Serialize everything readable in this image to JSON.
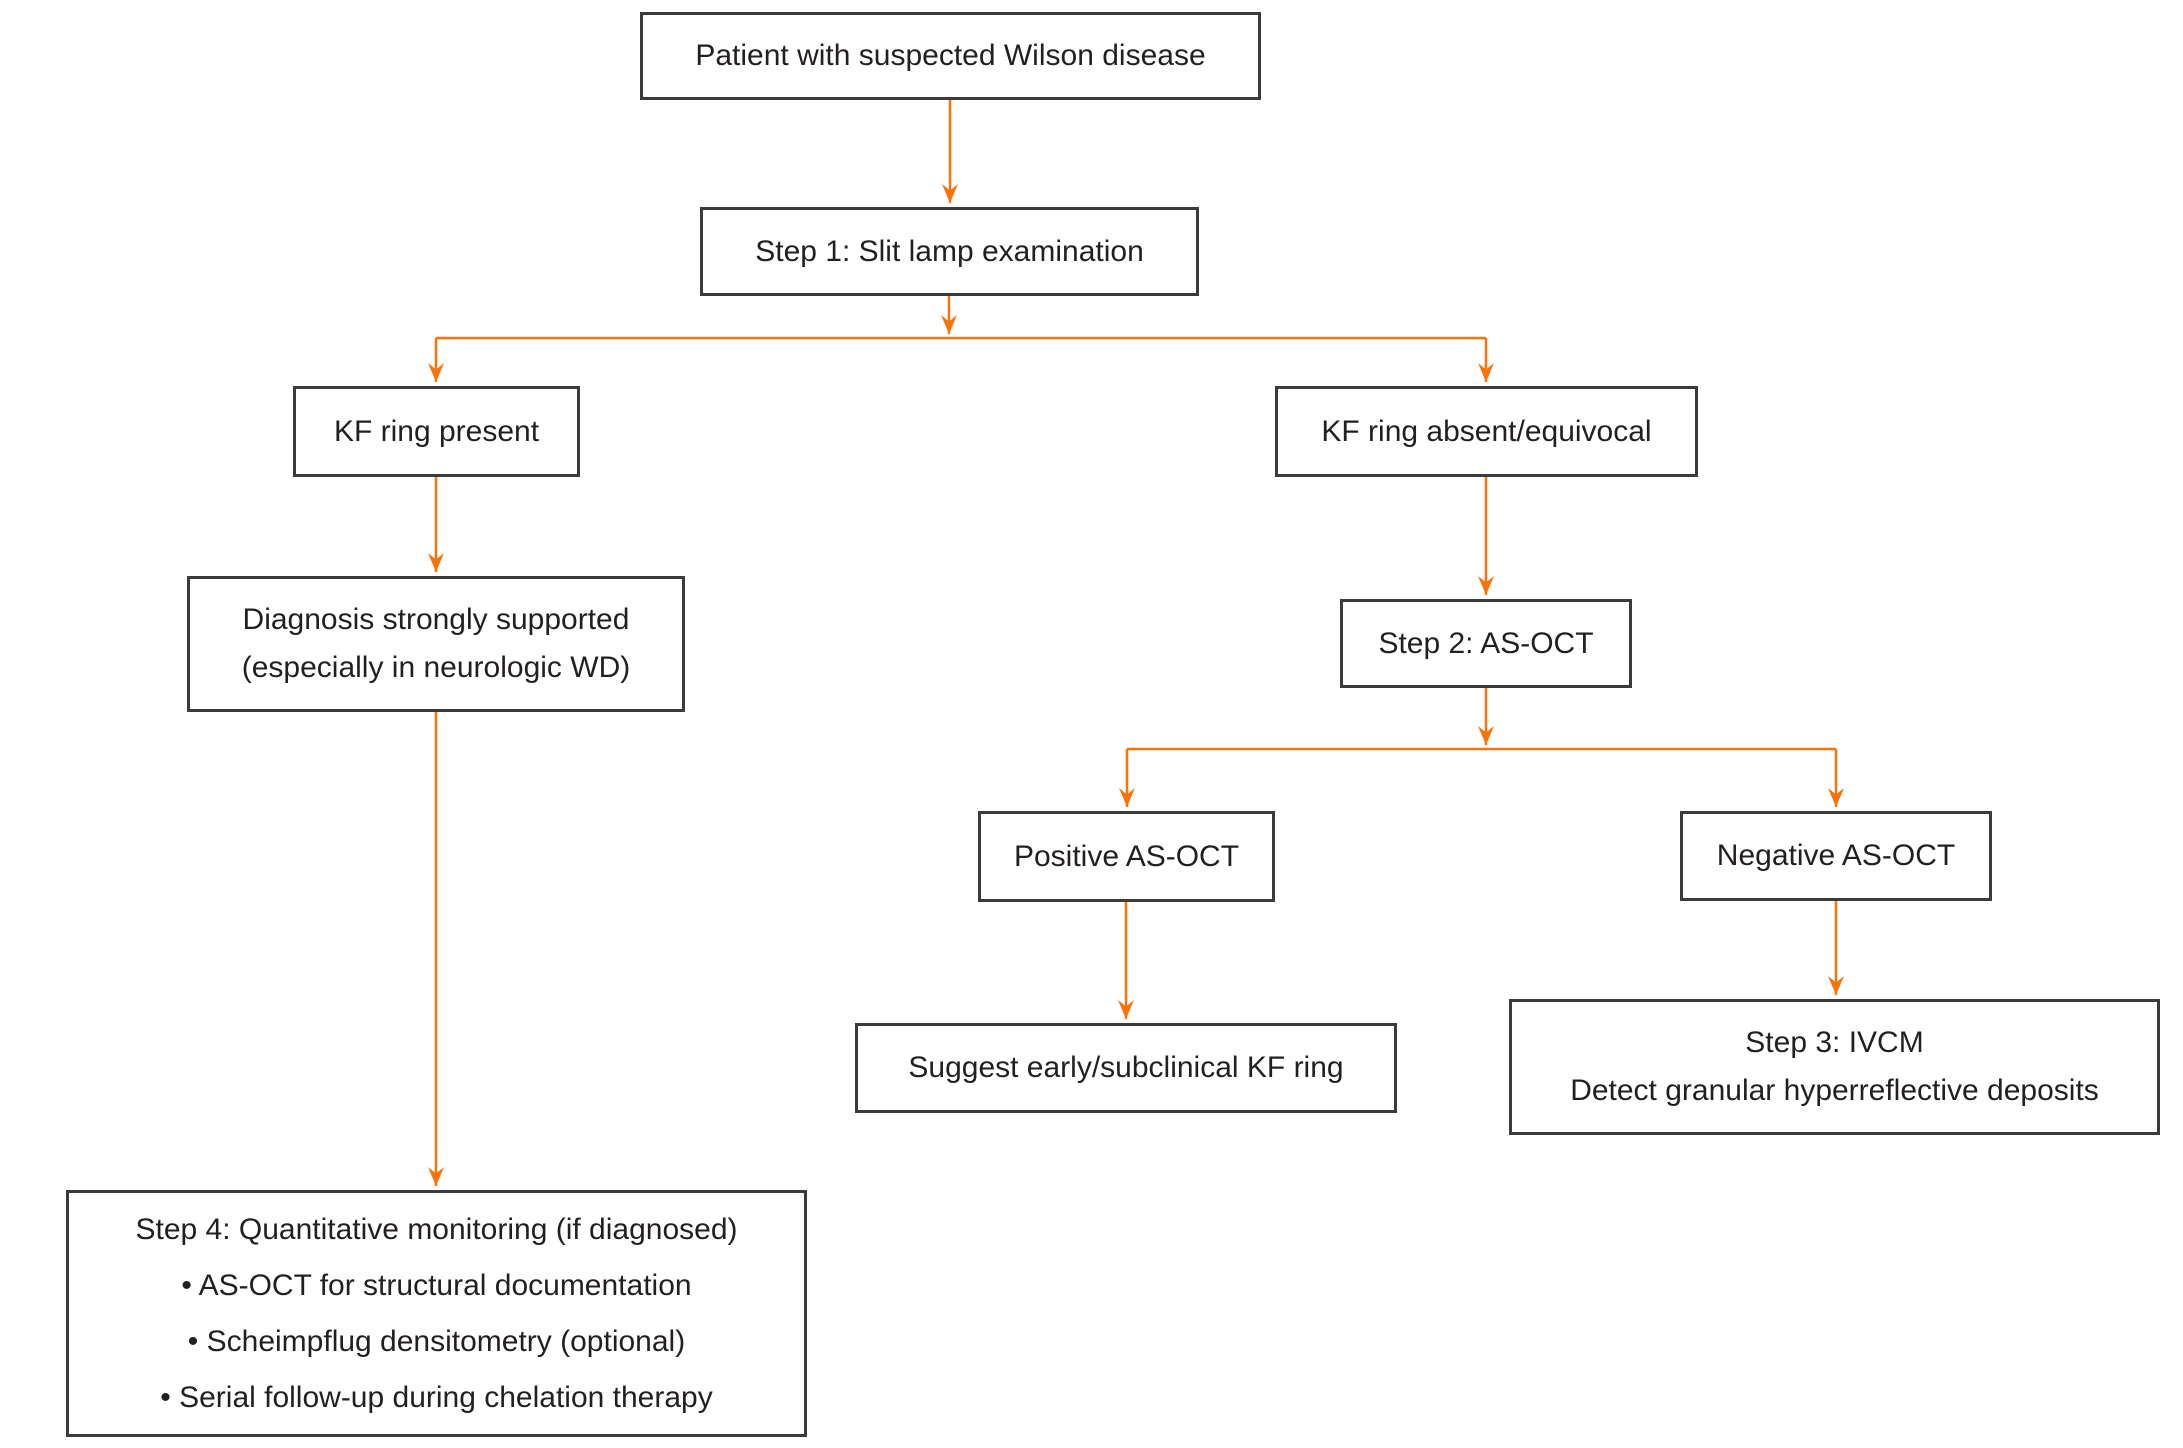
{
  "diagram": {
    "type": "flowchart",
    "background_color": "#FFFFFF",
    "box_border_color": "#3D3B3A",
    "text_color": "#231F20",
    "arrow_color": "#F8730A",
    "nodes": {
      "patient": {
        "label": "Patient with suspected Wilson disease"
      },
      "step1": {
        "label": "Step 1: Slit lamp examination"
      },
      "kf_present": {
        "label": "KF ring present"
      },
      "kf_absent": {
        "label": "KF ring absent/equivocal"
      },
      "diagnosis": {
        "line1": "Diagnosis strongly supported",
        "line2": "(especially in neurologic WD)"
      },
      "step2": {
        "label": "Step 2: AS-OCT"
      },
      "positive": {
        "label": "Positive AS-OCT"
      },
      "negative": {
        "label": "Negative AS-OCT"
      },
      "suggest": {
        "label": "Suggest early/subclinical KF ring"
      },
      "step3": {
        "line1": "Step 3: IVCM",
        "line2": "Detect granular hyperreflective deposits"
      },
      "step4": {
        "title": "Step 4: Quantitative monitoring (if diagnosed)",
        "bullets": [
          "• AS-OCT for structural documentation",
          "• Scheimpflug densitometry (optional)",
          "• Serial follow-up during chelation therapy"
        ]
      }
    },
    "edges": [
      {
        "from": "patient",
        "to": "step1"
      },
      {
        "from": "step1",
        "to": "kf_present"
      },
      {
        "from": "step1",
        "to": "kf_absent"
      },
      {
        "from": "kf_present",
        "to": "diagnosis"
      },
      {
        "from": "kf_absent",
        "to": "step2"
      },
      {
        "from": "step2",
        "to": "positive"
      },
      {
        "from": "step2",
        "to": "negative"
      },
      {
        "from": "positive",
        "to": "suggest"
      },
      {
        "from": "negative",
        "to": "step3"
      },
      {
        "from": "diagnosis",
        "to": "step4"
      }
    ]
  }
}
